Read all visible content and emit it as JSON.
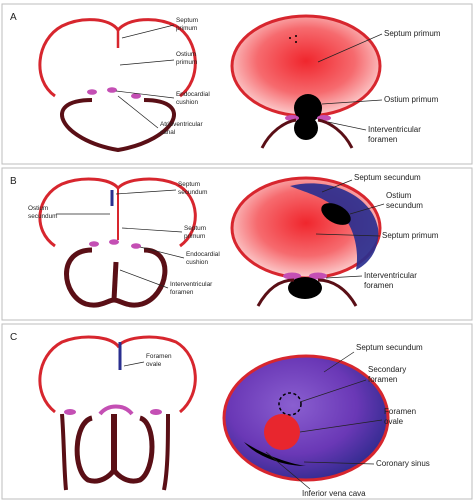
{
  "colors": {
    "wall_red": "#d7262e",
    "ventricle_wall": "#5a0f16",
    "cushion": "#c44fb4",
    "septum_secundum": "#2a2f8f",
    "dark_hole": "#000000",
    "panel_border": "#bdbdbd"
  },
  "panels": {
    "a": {
      "letter": "A",
      "left_labels": {
        "septum_primum": [
          "Septum",
          "primum"
        ],
        "ostium_primum": [
          "Ostium",
          "primum"
        ],
        "endocardial_cushion": [
          "Endocardial",
          "cushion"
        ],
        "av_canal": [
          "Atrioventricular",
          "canal"
        ]
      },
      "right_labels": {
        "septum_primum": "Septum primum",
        "ostium_primum": "Ostium primum",
        "interventricular_foramen": [
          "Interventricular",
          "foramen"
        ]
      }
    },
    "b": {
      "letter": "B",
      "left_labels": {
        "septum_secundum": [
          "Septum",
          "secundum"
        ],
        "ostium_secundum": [
          "Ostium",
          "secundum"
        ],
        "septum_primum": [
          "Septum",
          "primum"
        ],
        "endocardial_cushion": [
          "Endocardial",
          "cushion"
        ],
        "interventricular_foramen": [
          "Interventricular",
          "foramen"
        ]
      },
      "right_labels": {
        "septum_secundum": "Septum secundum",
        "ostium_secundum": [
          "Ostium",
          "secundum"
        ],
        "septum_primum": "Septum primum",
        "interventricular_foramen": [
          "Interventricular",
          "foramen"
        ]
      }
    },
    "c": {
      "letter": "C",
      "left_labels": {
        "foramen_ovale": [
          "Foramen",
          "ovale"
        ]
      },
      "right_labels": {
        "septum_secundum": "Septum secundum",
        "secondary_foramen": [
          "Secondary",
          "foramen"
        ],
        "foramen_ovale": [
          "Foramen",
          "ovale"
        ],
        "coronary_sinus": "Coronary sinus",
        "inferior_vena_cava": "Inferior vena cava"
      }
    }
  }
}
